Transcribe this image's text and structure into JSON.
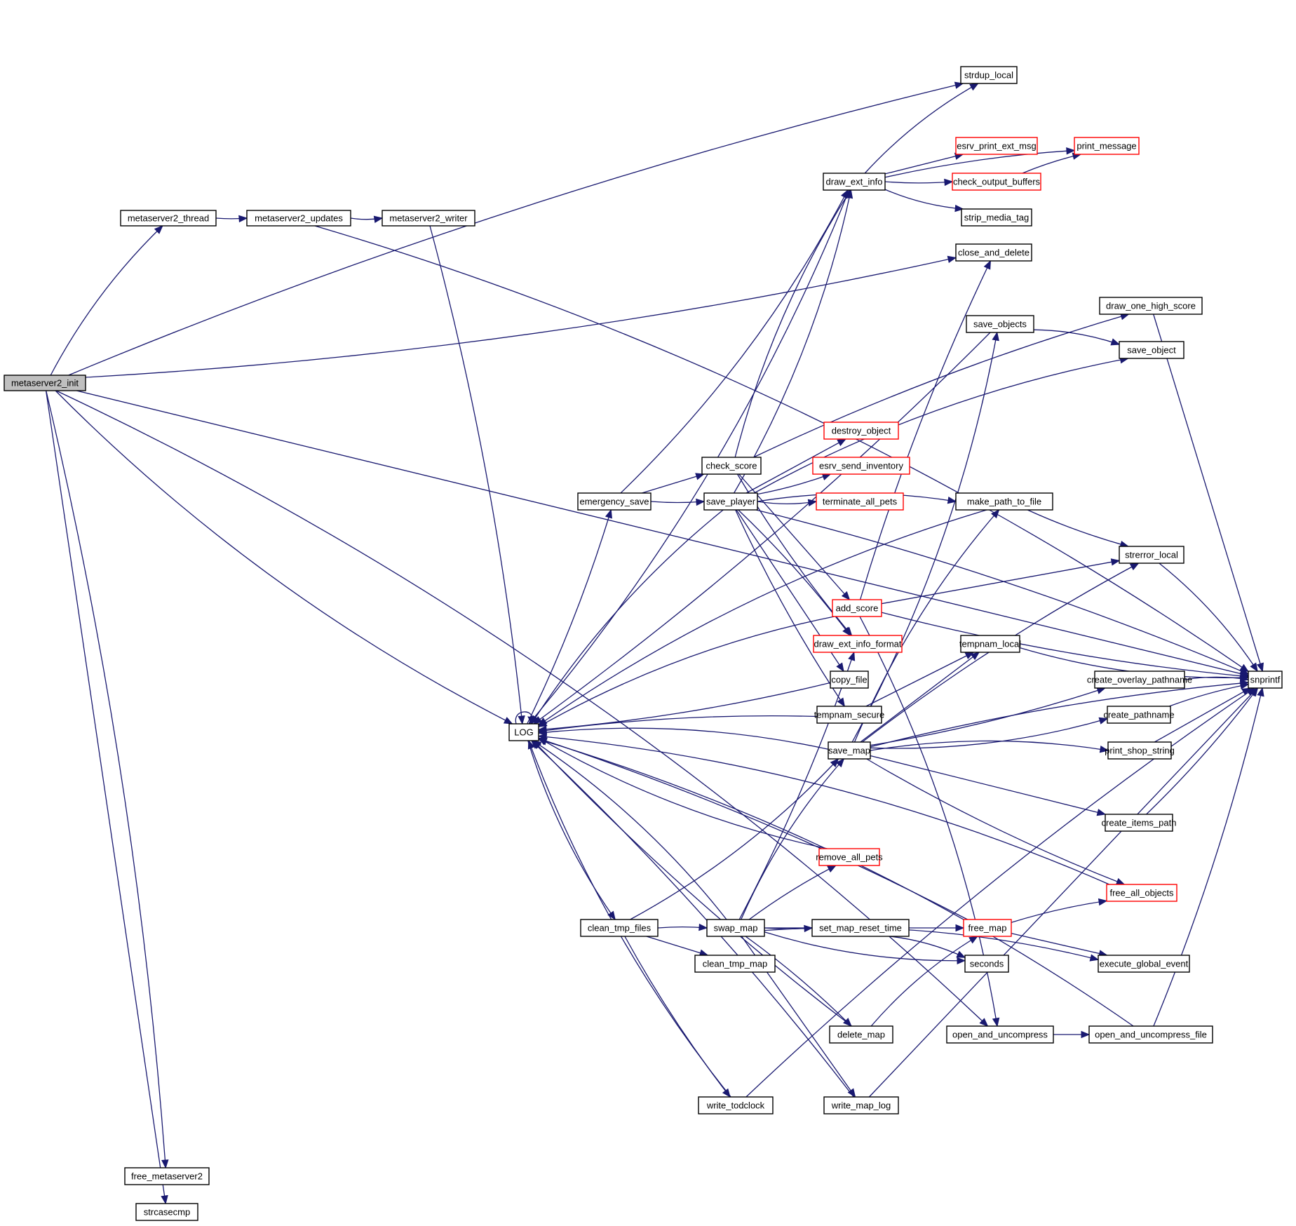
{
  "title": "metaserver2_init call graph",
  "colors": {
    "edge": "#191970",
    "root_fill": "#bfbfbf",
    "node_border": "#000000",
    "truncated_border": "#ff0000",
    "background": "#ffffff"
  },
  "legend": {
    "red_border_meaning": "truncated node (has further callees not shown)"
  },
  "nodes": [
    {
      "id": "metaserver2_init",
      "label": "metaserver2_init",
      "root": true
    },
    {
      "id": "metaserver2_thread",
      "label": "metaserver2_thread"
    },
    {
      "id": "metaserver2_updates",
      "label": "metaserver2_updates"
    },
    {
      "id": "metaserver2_writer",
      "label": "metaserver2_writer"
    },
    {
      "id": "LOG",
      "label": "LOG"
    },
    {
      "id": "free_metaserver2",
      "label": "free_metaserver2"
    },
    {
      "id": "strcasecmp",
      "label": "strcasecmp"
    },
    {
      "id": "strdup_local",
      "label": "strdup_local"
    },
    {
      "id": "close_and_delete",
      "label": "close_and_delete"
    },
    {
      "id": "draw_ext_info",
      "label": "draw_ext_info"
    },
    {
      "id": "esrv_print_ext_msg",
      "label": "esrv_print_ext_msg",
      "truncated": true
    },
    {
      "id": "check_output_buffers",
      "label": "check_output_buffers",
      "truncated": true
    },
    {
      "id": "print_message",
      "label": "print_message",
      "truncated": true
    },
    {
      "id": "strip_media_tag",
      "label": "strip_media_tag"
    },
    {
      "id": "draw_one_high_score",
      "label": "draw_one_high_score"
    },
    {
      "id": "save_objects",
      "label": "save_objects"
    },
    {
      "id": "save_object",
      "label": "save_object"
    },
    {
      "id": "destroy_object",
      "label": "destroy_object",
      "truncated": true
    },
    {
      "id": "esrv_send_inventory",
      "label": "esrv_send_inventory",
      "truncated": true
    },
    {
      "id": "terminate_all_pets",
      "label": "terminate_all_pets",
      "truncated": true
    },
    {
      "id": "check_score",
      "label": "check_score"
    },
    {
      "id": "emergency_save",
      "label": "emergency_save"
    },
    {
      "id": "save_player",
      "label": "save_player"
    },
    {
      "id": "make_path_to_file",
      "label": "make_path_to_file"
    },
    {
      "id": "strerror_local",
      "label": "strerror_local"
    },
    {
      "id": "add_score",
      "label": "add_score",
      "truncated": true
    },
    {
      "id": "draw_ext_info_format",
      "label": "draw_ext_info_format",
      "truncated": true
    },
    {
      "id": "tempnam_local",
      "label": "tempnam_local"
    },
    {
      "id": "copy_file",
      "label": "copy_file"
    },
    {
      "id": "tempnam_secure",
      "label": "tempnam_secure"
    },
    {
      "id": "create_overlay_pathname",
      "label": "create_overlay_pathname"
    },
    {
      "id": "snprintf",
      "label": "snprintf"
    },
    {
      "id": "create_pathname",
      "label": "create_pathname"
    },
    {
      "id": "save_map",
      "label": "save_map"
    },
    {
      "id": "print_shop_string",
      "label": "print_shop_string"
    },
    {
      "id": "create_items_path",
      "label": "create_items_path"
    },
    {
      "id": "remove_all_pets",
      "label": "remove_all_pets",
      "truncated": true
    },
    {
      "id": "free_all_objects",
      "label": "free_all_objects",
      "truncated": true
    },
    {
      "id": "clean_tmp_files",
      "label": "clean_tmp_files"
    },
    {
      "id": "swap_map",
      "label": "swap_map"
    },
    {
      "id": "set_map_reset_time",
      "label": "set_map_reset_time"
    },
    {
      "id": "free_map",
      "label": "free_map",
      "truncated": true
    },
    {
      "id": "clean_tmp_map",
      "label": "clean_tmp_map"
    },
    {
      "id": "seconds",
      "label": "seconds"
    },
    {
      "id": "execute_global_event",
      "label": "execute_global_event"
    },
    {
      "id": "delete_map",
      "label": "delete_map"
    },
    {
      "id": "open_and_uncompress",
      "label": "open_and_uncompress"
    },
    {
      "id": "open_and_uncompress_file",
      "label": "open_and_uncompress_file"
    },
    {
      "id": "write_todclock",
      "label": "write_todclock"
    },
    {
      "id": "write_map_log",
      "label": "write_map_log"
    }
  ],
  "edges": [
    [
      "metaserver2_init",
      "metaserver2_thread"
    ],
    [
      "metaserver2_init",
      "strdup_local"
    ],
    [
      "metaserver2_init",
      "snprintf"
    ],
    [
      "metaserver2_init",
      "close_and_delete"
    ],
    [
      "metaserver2_init",
      "LOG"
    ],
    [
      "metaserver2_init",
      "open_and_uncompress"
    ],
    [
      "metaserver2_init",
      "free_metaserver2"
    ],
    [
      "metaserver2_init",
      "strcasecmp"
    ],
    [
      "metaserver2_thread",
      "metaserver2_updates"
    ],
    [
      "metaserver2_updates",
      "metaserver2_writer"
    ],
    [
      "metaserver2_updates",
      "snprintf"
    ],
    [
      "metaserver2_writer",
      "LOG"
    ],
    [
      "LOG",
      "LOG"
    ],
    [
      "LOG",
      "emergency_save"
    ],
    [
      "LOG",
      "clean_tmp_files"
    ],
    [
      "draw_ext_info",
      "strdup_local"
    ],
    [
      "draw_ext_info",
      "print_message"
    ],
    [
      "draw_ext_info",
      "esrv_print_ext_msg"
    ],
    [
      "draw_ext_info",
      "check_output_buffers"
    ],
    [
      "draw_ext_info",
      "strip_media_tag"
    ],
    [
      "draw_ext_info",
      "LOG"
    ],
    [
      "check_output_buffers",
      "print_message"
    ],
    [
      "emergency_save",
      "check_score"
    ],
    [
      "emergency_save",
      "save_player"
    ],
    [
      "emergency_save",
      "draw_ext_info"
    ],
    [
      "check_score",
      "draw_ext_info"
    ],
    [
      "check_score",
      "draw_one_high_score"
    ],
    [
      "check_score",
      "add_score"
    ],
    [
      "check_score",
      "draw_ext_info_format"
    ],
    [
      "save_player",
      "draw_ext_info"
    ],
    [
      "save_player",
      "save_object"
    ],
    [
      "save_player",
      "snprintf"
    ],
    [
      "save_player",
      "destroy_object"
    ],
    [
      "save_player",
      "esrv_send_inventory"
    ],
    [
      "save_player",
      "terminate_all_pets"
    ],
    [
      "save_player",
      "make_path_to_file"
    ],
    [
      "save_player",
      "draw_ext_info_format"
    ],
    [
      "save_player",
      "copy_file"
    ],
    [
      "save_player",
      "tempnam_secure"
    ],
    [
      "save_player",
      "LOG"
    ],
    [
      "save_objects",
      "save_object"
    ],
    [
      "save_objects",
      "LOG"
    ],
    [
      "draw_one_high_score",
      "snprintf"
    ],
    [
      "make_path_to_file",
      "strerror_local"
    ],
    [
      "make_path_to_file",
      "LOG"
    ],
    [
      "strerror_local",
      "snprintf"
    ],
    [
      "add_score",
      "close_and_delete"
    ],
    [
      "add_score",
      "strerror_local"
    ],
    [
      "add_score",
      "snprintf"
    ],
    [
      "add_score",
      "LOG"
    ],
    [
      "add_score",
      "open_and_uncompress"
    ],
    [
      "copy_file",
      "LOG"
    ],
    [
      "tempnam_secure",
      "tempnam_local"
    ],
    [
      "tempnam_secure",
      "LOG"
    ],
    [
      "tempnam_local",
      "snprintf"
    ],
    [
      "create_overlay_pathname",
      "snprintf"
    ],
    [
      "create_pathname",
      "snprintf"
    ],
    [
      "print_shop_string",
      "snprintf"
    ],
    [
      "create_items_path",
      "snprintf"
    ],
    [
      "save_map",
      "save_objects"
    ],
    [
      "save_map",
      "make_path_to_file"
    ],
    [
      "save_map",
      "strerror_local"
    ],
    [
      "save_map",
      "tempnam_local"
    ],
    [
      "save_map",
      "create_overlay_pathname"
    ],
    [
      "save_map",
      "create_pathname"
    ],
    [
      "save_map",
      "print_shop_string"
    ],
    [
      "save_map",
      "snprintf"
    ],
    [
      "save_map",
      "create_items_path"
    ],
    [
      "save_map",
      "free_all_objects"
    ],
    [
      "save_map",
      "LOG"
    ],
    [
      "remove_all_pets",
      "LOG"
    ],
    [
      "clean_tmp_files",
      "swap_map"
    ],
    [
      "clean_tmp_files",
      "clean_tmp_map"
    ],
    [
      "clean_tmp_files",
      "write_todclock"
    ],
    [
      "clean_tmp_files",
      "save_map"
    ],
    [
      "swap_map",
      "save_map"
    ],
    [
      "swap_map",
      "remove_all_pets"
    ],
    [
      "swap_map",
      "free_map"
    ],
    [
      "swap_map",
      "set_map_reset_time"
    ],
    [
      "swap_map",
      "seconds"
    ],
    [
      "swap_map",
      "execute_global_event"
    ],
    [
      "swap_map",
      "delete_map"
    ],
    [
      "swap_map",
      "write_map_log"
    ],
    [
      "swap_map",
      "draw_ext_info_format"
    ],
    [
      "swap_map",
      "LOG"
    ],
    [
      "set_map_reset_time",
      "seconds"
    ],
    [
      "free_map",
      "free_all_objects"
    ],
    [
      "free_map",
      "execute_global_event"
    ],
    [
      "free_map",
      "LOG"
    ],
    [
      "free_all_objects",
      "LOG"
    ],
    [
      "delete_map",
      "free_map"
    ],
    [
      "delete_map",
      "LOG"
    ],
    [
      "open_and_uncompress",
      "open_and_uncompress_file"
    ],
    [
      "open_and_uncompress_file",
      "snprintf"
    ],
    [
      "open_and_uncompress_file",
      "LOG"
    ],
    [
      "write_todclock",
      "LOG"
    ],
    [
      "write_todclock",
      "snprintf"
    ],
    [
      "write_map_log",
      "snprintf"
    ],
    [
      "write_map_log",
      "LOG"
    ]
  ]
}
